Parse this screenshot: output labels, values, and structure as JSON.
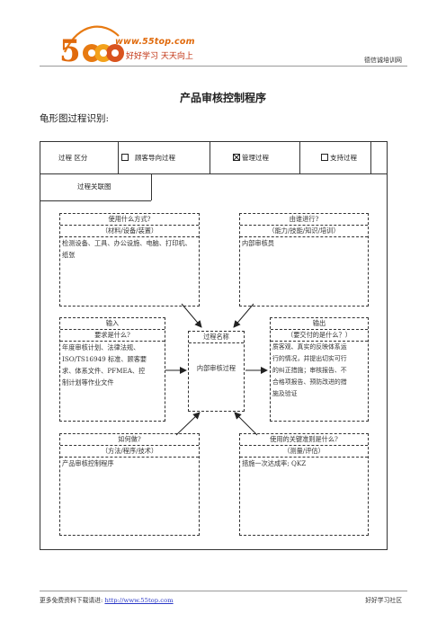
{
  "header": {
    "logo_digit": "5",
    "logo_url": "www.55top.com",
    "logo_slogan": "好好学习  天天向上",
    "right_text": "德信诚培训网"
  },
  "title": "产品审核控制程序",
  "subtitle": "龟形图过程识别:",
  "process_row": {
    "label": "过程  区分",
    "options": [
      {
        "label": "顾客导向过程",
        "checked": false
      },
      {
        "label": "管理过程",
        "checked": true
      },
      {
        "label": "支持过程",
        "checked": false
      }
    ]
  },
  "relation_label": "过程关联图",
  "boxes": {
    "top_left": {
      "heading": "使用什么方式?",
      "sub": "（材料/设备/装置）",
      "body": "检测设备、工具、办公设施、电脑、打印机、纸张"
    },
    "top_right": {
      "heading": "由谁进行?",
      "sub": "（能力/技能/知识/培训）",
      "body": "内部审核员"
    },
    "input": {
      "heading": "输入",
      "sub": "要求是什么?",
      "body_lines": [
        "年度审核计划、法律法规、",
        "ISO/TS16949 标准、顾客要",
        "求、体系文件、PFMEA、控",
        "制计划等作业文件"
      ]
    },
    "center": {
      "heading": "过程名称",
      "body": "内部审核过程"
    },
    "output": {
      "heading": "输出",
      "sub": "（要交付的是什么？）",
      "body_lines": [
        "质客观、真实的反映体系运",
        "行的情况，并提出切实可行",
        "的纠正措施；审核报告、不",
        "合格项报告、预防改进的措",
        "施及验证"
      ]
    },
    "bottom_left": {
      "heading": "如何做?",
      "sub": "（方法/程序/技术）",
      "body": "产品审核控制程序"
    },
    "bottom_right": {
      "heading": "使用的关键准则是什么?",
      "sub": "（测量/评估）",
      "body": "措施一次达成率;  QKZ"
    }
  },
  "footer": {
    "prefix": "更多免费资料下载请进:",
    "link": "http://www.55top.com",
    "right": "好好学习社区"
  }
}
